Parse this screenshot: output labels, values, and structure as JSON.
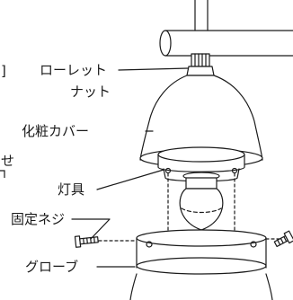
{
  "labels": {
    "knurled_nut_line1": "ローレット",
    "knurled_nut_line2": "ナット",
    "decorative_cover": "化粧カバー",
    "lamp": "灯具",
    "fixing_screw": "固定ネジ",
    "globe": "グローブ"
  },
  "cropped_fragments": {
    "left_upper": "]",
    "left_lower": "せ"
  }
}
